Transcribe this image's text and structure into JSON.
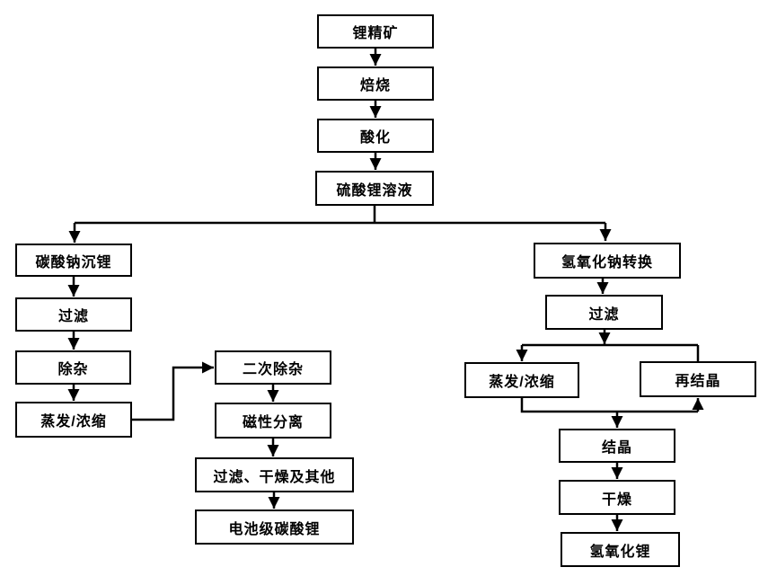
{
  "diagram": {
    "type": "flowchart",
    "description": "Lithium ore processing flowchart: spodumene concentrate to battery-grade lithium carbonate and lithium hydroxide",
    "background_color": "#ffffff",
    "colors": {
      "line": "#000000",
      "node_fill": "#ffffff",
      "node_border": "#000000",
      "text": "#000000"
    },
    "nodes": {
      "concentrate": {
        "label": "锂精矿"
      },
      "roasting": {
        "label": "焙烧"
      },
      "acidification": {
        "label": "酸化"
      },
      "sulfate_solution": {
        "label": "硫酸锂溶液"
      },
      "na2co3_precipitation": {
        "label": "碳酸钠沉锂"
      },
      "filtration_left": {
        "label": "过滤"
      },
      "impurity_removal": {
        "label": "除杂"
      },
      "evaporation_left": {
        "label": "蒸发/浓缩"
      },
      "secondary_impurity_removal": {
        "label": "二次除杂"
      },
      "magnetic_separation": {
        "label": "磁性分离"
      },
      "filtration_drying_others": {
        "label": "过滤、干燥及其他"
      },
      "battery_grade_li2co3": {
        "label": "电池级碳酸锂"
      },
      "naoh_conversion": {
        "label": "氢氧化钠转换"
      },
      "filtration_right": {
        "label": "过滤"
      },
      "evaporation_right": {
        "label": "蒸发/浓缩"
      },
      "recrystallization": {
        "label": "再结晶"
      },
      "crystallization": {
        "label": "结晶"
      },
      "drying": {
        "label": "干燥"
      },
      "lioh": {
        "label": "氢氧化锂"
      }
    },
    "edges": [
      {
        "from": "concentrate",
        "to": "roasting"
      },
      {
        "from": "roasting",
        "to": "acidification"
      },
      {
        "from": "acidification",
        "to": "sulfate_solution"
      },
      {
        "from": "sulfate_solution",
        "to": "na2co3_precipitation"
      },
      {
        "from": "sulfate_solution",
        "to": "naoh_conversion"
      },
      {
        "from": "na2co3_precipitation",
        "to": "filtration_left"
      },
      {
        "from": "filtration_left",
        "to": "impurity_removal"
      },
      {
        "from": "impurity_removal",
        "to": "evaporation_left"
      },
      {
        "from": "evaporation_left",
        "to": "secondary_impurity_removal"
      },
      {
        "from": "secondary_impurity_removal",
        "to": "magnetic_separation"
      },
      {
        "from": "magnetic_separation",
        "to": "filtration_drying_others"
      },
      {
        "from": "filtration_drying_others",
        "to": "battery_grade_li2co3"
      },
      {
        "from": "naoh_conversion",
        "to": "filtration_right"
      },
      {
        "from": "filtration_right",
        "to": "evaporation_right"
      },
      {
        "from": "evaporation_right",
        "to": "crystallization"
      },
      {
        "from": "evaporation_right",
        "to": "recrystallization"
      },
      {
        "from": "recrystallization",
        "to": "evaporation_right"
      },
      {
        "from": "crystallization",
        "to": "drying"
      },
      {
        "from": "drying",
        "to": "lioh"
      }
    ]
  }
}
